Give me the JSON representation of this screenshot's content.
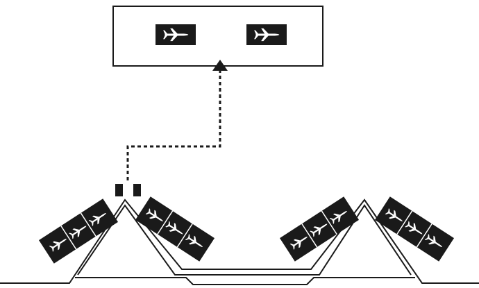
{
  "colors": {
    "background": "#ffffff",
    "stroke": "#1a1a1a",
    "sign_fill": "#1a1a1a",
    "sign_glyph": "#ffffff"
  },
  "icons": {
    "sign": "airplane-sign-icon",
    "sensor": "sensor-icon",
    "arrow": "arrow-up-icon"
  },
  "display_board": {
    "signs": [
      "airplane",
      "airplane"
    ]
  },
  "panel_groups": [
    {
      "side": "left-slope",
      "signs": 3
    },
    {
      "side": "right-slope",
      "signs": 3
    },
    {
      "side": "left-slope",
      "signs": 3
    },
    {
      "side": "right-slope",
      "signs": 3
    }
  ]
}
